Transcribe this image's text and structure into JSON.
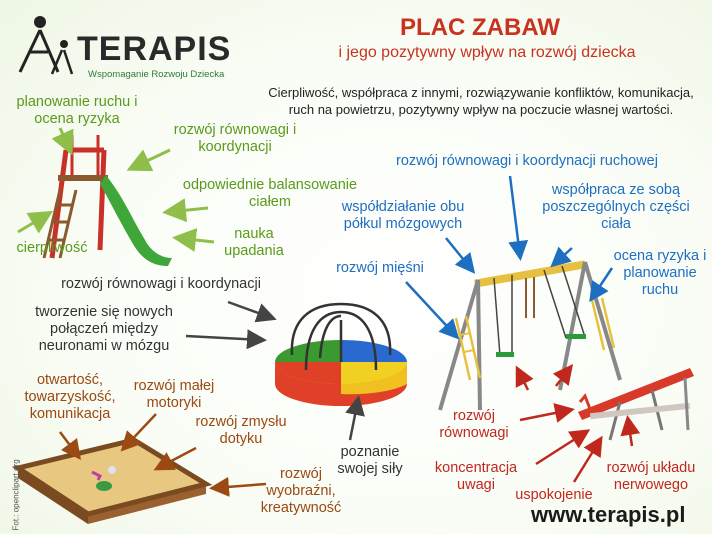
{
  "header": {
    "logo_name": "TERAPIS",
    "logo_tagline": "Wspomaganie Rozwoju Dziecka",
    "title": "PLAC ZABAW",
    "subtitle": "i jego pozytywny wpływ na rozwój dziecka",
    "intro": "Cierpliwość, współpraca z innymi, rozwiązywanie konfliktów, komunikacja, ruch na powietrzu, pozytywny wpływ na poczucie własnej wartości."
  },
  "slide": {
    "labels": [
      "planowanie ruchu i ocena ryzyka",
      "rozwój równowagi i koordynacji",
      "odpowiednie balansowanie ciałem",
      "nauka upadania",
      "cierpliwość"
    ]
  },
  "carousel": {
    "labels": [
      "rozwój równowagi i koordynacji",
      "tworzenie się nowych połączeń między neuronami w mózgu",
      "poznanie swojej siły"
    ]
  },
  "swings": {
    "labels": [
      "rozwój równowagi i koordynacji ruchowej",
      "współdziałanie obu półkul mózgowych",
      "współpraca ze sobą poszczególnych części ciała",
      "rozwój mięśni",
      "ocena ryzyka i planowanie ruchu"
    ]
  },
  "seesaw": {
    "labels": [
      "rozwój równowagi",
      "koncentracja uwagi",
      "uspokojenie",
      "rozwój układu nerwowego"
    ]
  },
  "sandbox": {
    "labels": [
      "otwartość, towarzyskość, komunikacja",
      "rozwój małej motoryki",
      "rozwój zmysłu dotyku",
      "rozwój wyobraźni, kreatywność"
    ]
  },
  "footer": {
    "website": "www.terapis.pl",
    "photo_credit": "Fot.: openclipart.org"
  },
  "colors": {
    "green": "#5a9a1c",
    "blue": "#1e6fc0",
    "red": "#c0281e",
    "brown": "#9a4a12",
    "title_red": "#c8321f"
  }
}
